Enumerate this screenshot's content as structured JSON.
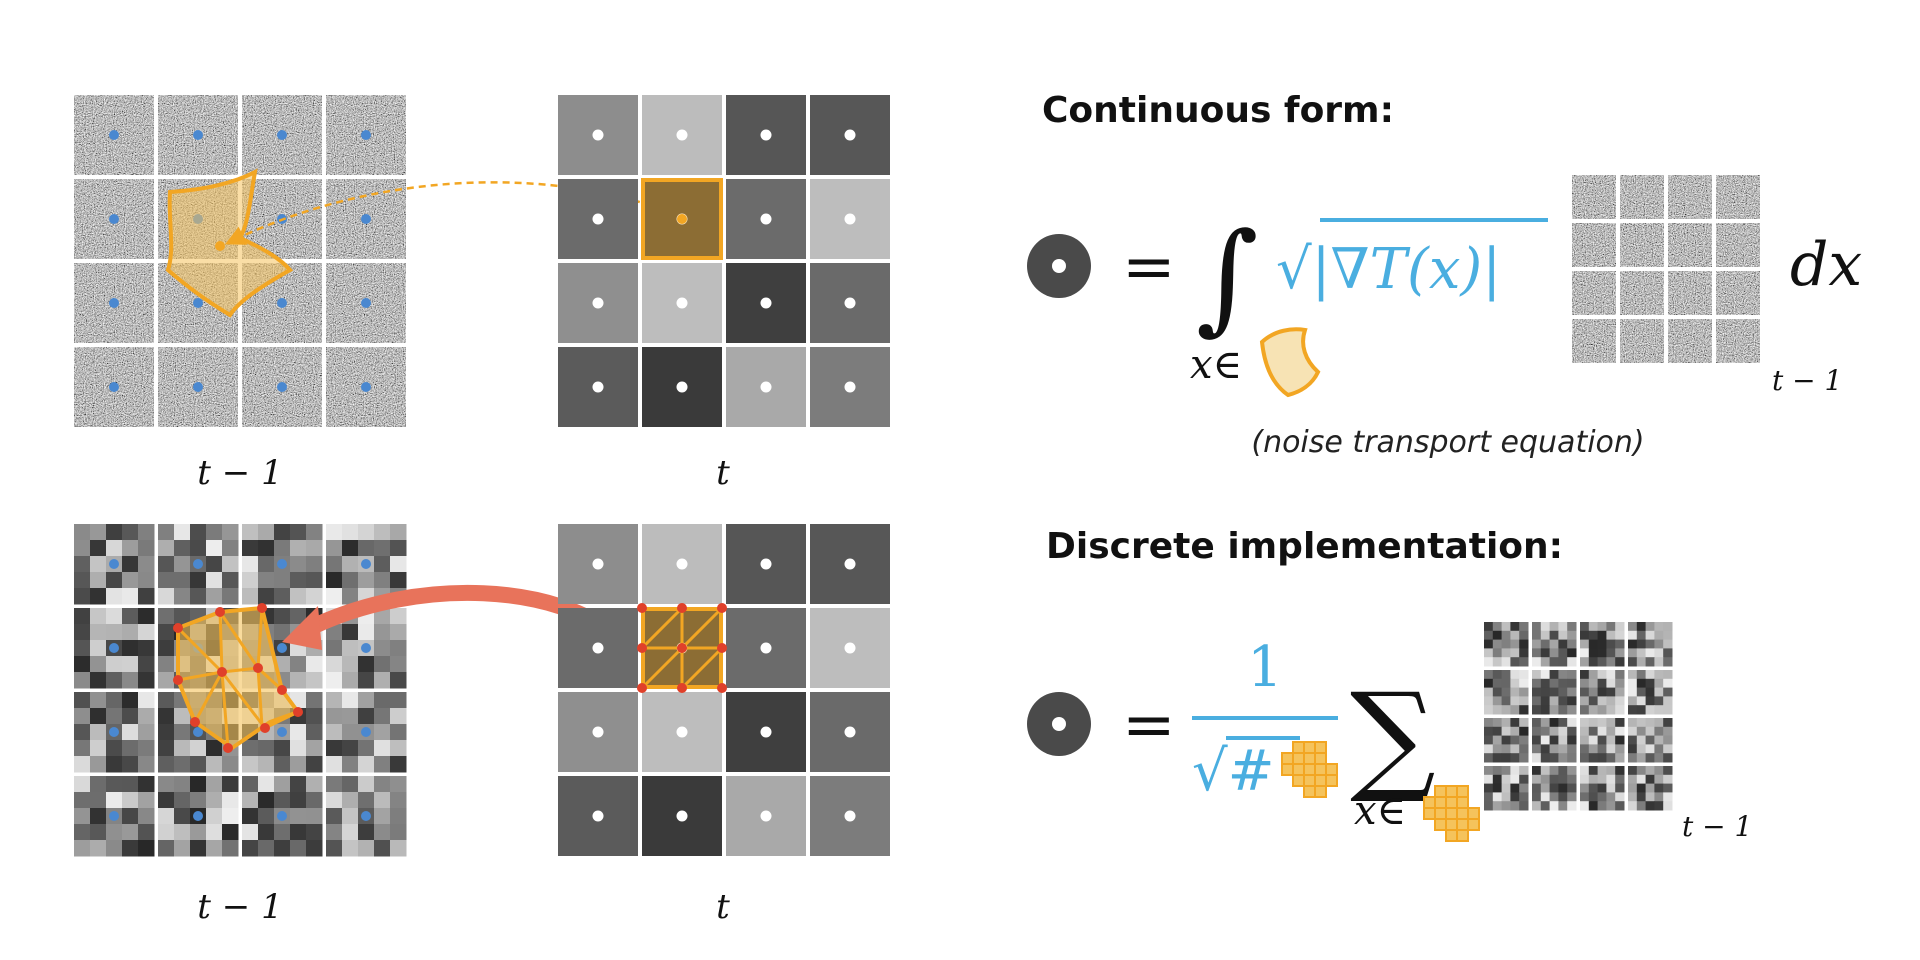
{
  "labels": {
    "top_left_time": "t − 1",
    "top_right_time": "t",
    "bottom_left_time": "t − 1",
    "bottom_right_time": "t"
  },
  "continuous": {
    "heading": "Continuous form:",
    "equals": "=",
    "integral": "∫",
    "domain": "x∈",
    "integrand": "√|∇T(x)|",
    "dx": "dx",
    "subscript": "t − 1",
    "caption": "(noise transport equation)"
  },
  "discrete": {
    "heading": "Discrete implementation:",
    "equals": "=",
    "numerator": "1",
    "denominator": "√#",
    "sum": "∑",
    "domain": "x∈",
    "subscript": "t − 1"
  },
  "grids": {
    "t_grays": [
      [
        "#8d8d8d",
        "#bcbcbc",
        "#565656",
        "#575757"
      ],
      [
        "#6b6b6b",
        "#6a5a3a",
        "#6b6b6b",
        "#bdbdbd"
      ],
      [
        "#8f8f8f",
        "#bdbdbd",
        "#3f3f3f",
        "#6a6a6a"
      ],
      [
        "#5b5b5b",
        "#3a3a3a",
        "#a9a9a9",
        "#7c7c7c"
      ]
    ]
  },
  "colors": {
    "orange": "#f2a623",
    "orange_fill": "#f5c35c",
    "blue_dot": "#4a88d0",
    "red_arrow": "#e8735b",
    "red_dot": "#e0402a",
    "formula_blue": "#4aaee0"
  }
}
